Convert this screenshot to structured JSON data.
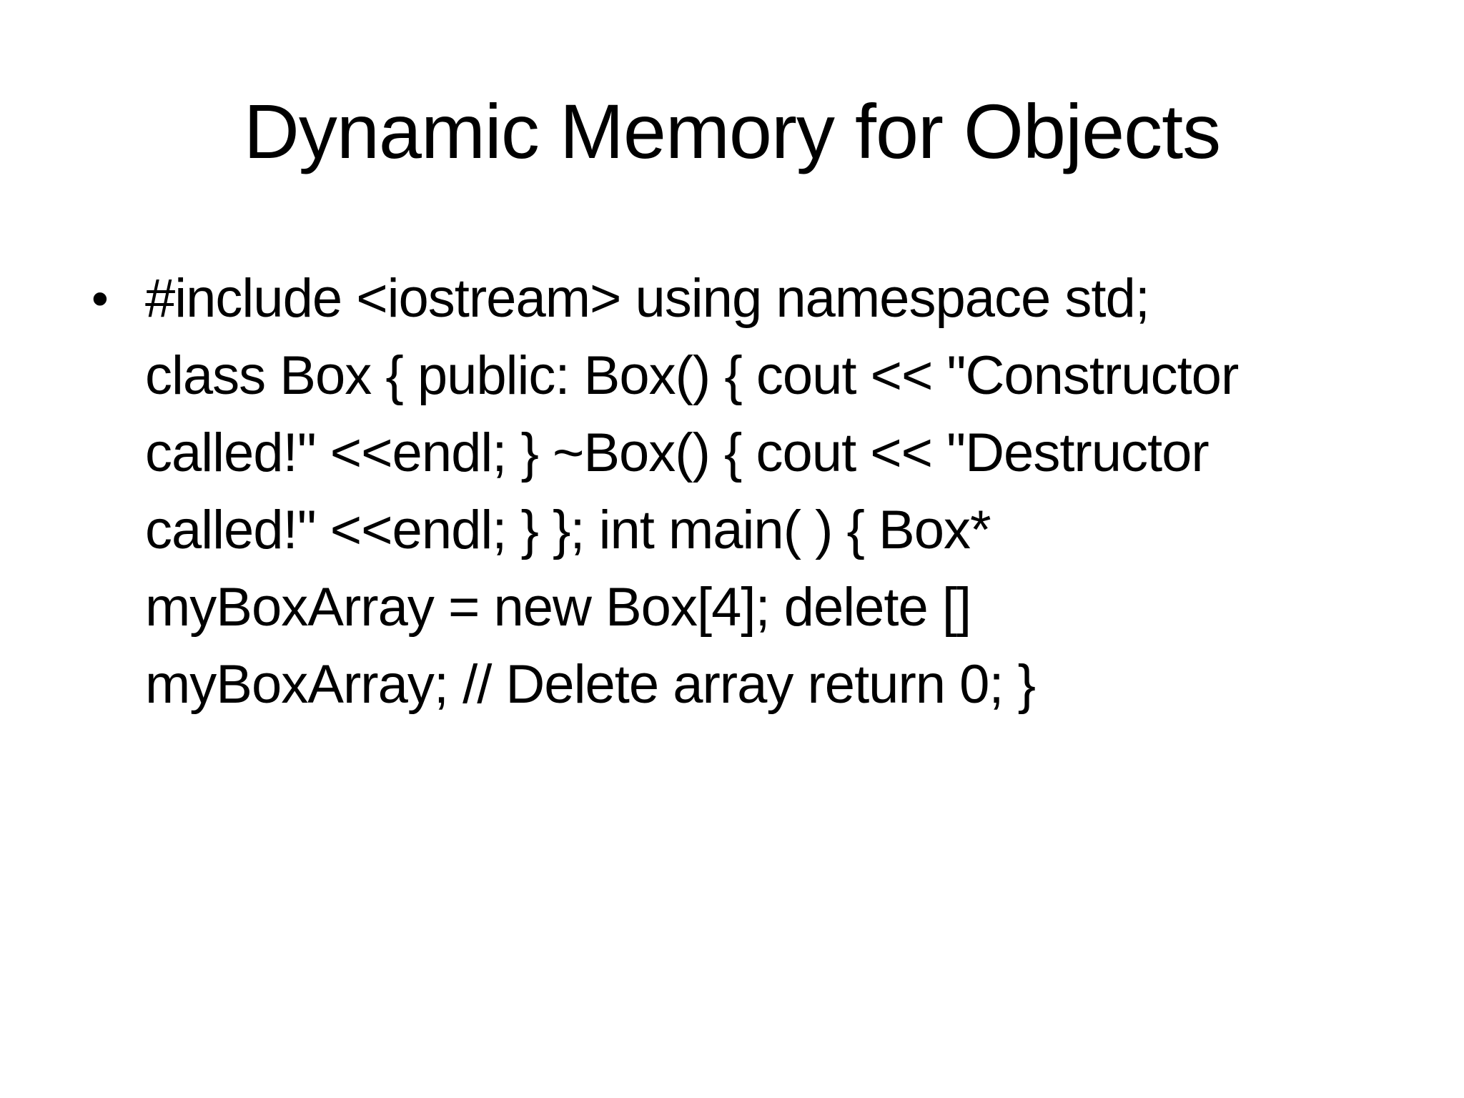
{
  "slide": {
    "title": "Dynamic Memory for Objects",
    "bullet_glyph": "•",
    "bullet_lines": [
      "#include <iostream> using namespace std;",
      "class Box { public: Box() { cout << \"Constructor",
      "called!\" <<endl; } ~Box() { cout << \"Destructor",
      "called!\" <<endl; } }; int main( ) { Box*",
      "myBoxArray = new Box[4]; delete []",
      "myBoxArray; // Delete array return 0; }"
    ],
    "colors": {
      "background": "#ffffff",
      "text": "#000000"
    }
  }
}
